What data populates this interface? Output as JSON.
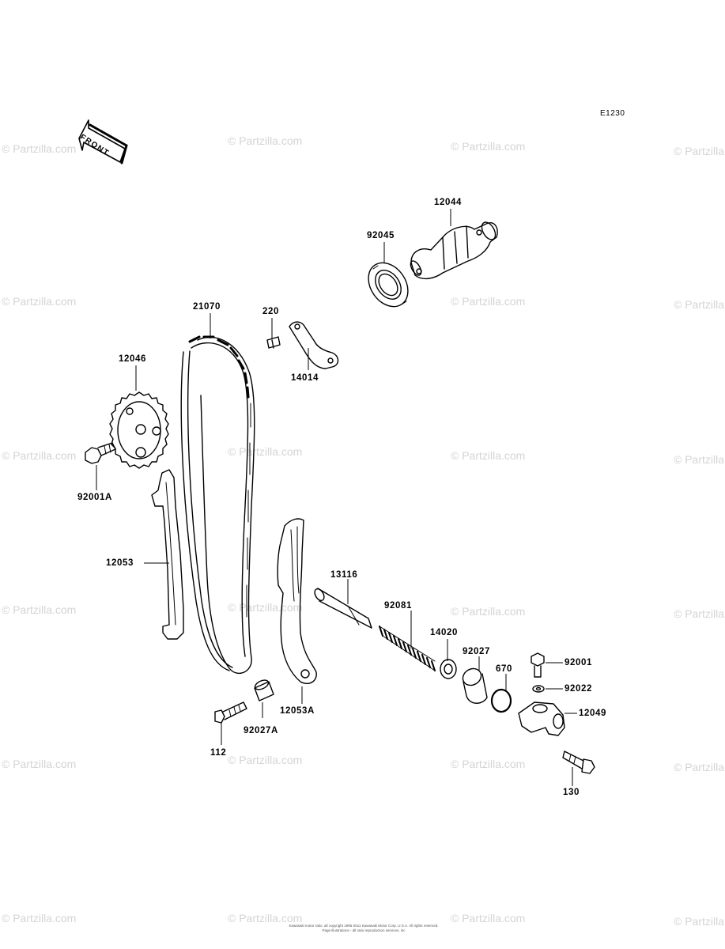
{
  "diagram_code": "E1230",
  "front_label": "FRONT",
  "watermark": "© Partzilla.com",
  "parts": {
    "camshaft": "12044",
    "bearing": "92045",
    "chain": "21070",
    "screw": "220",
    "guide_plate": "14014",
    "cam_sprocket": "12046",
    "sprocket_bolt": "92001A",
    "chain_guide": "12053",
    "chain_tensioner_guide": "12053A",
    "collar": "92027A",
    "bolt_112": "112",
    "tensioner_rod": "13116",
    "spring": "92081",
    "cap": "14020",
    "tensioner_collar": "92027",
    "o_ring": "670",
    "tensioner_bolt": "92001",
    "washer": "92022",
    "tensioner_body": "12049",
    "bolt_130": "130"
  },
  "copyright": {
    "line1": "Kawasaki motor ratio. all copyright 1995-2011 Kawasaki Motor Corp. U.S.A. All rights reserved.",
    "line2": "Page illustrations - all ratio reproduction services, inc"
  }
}
